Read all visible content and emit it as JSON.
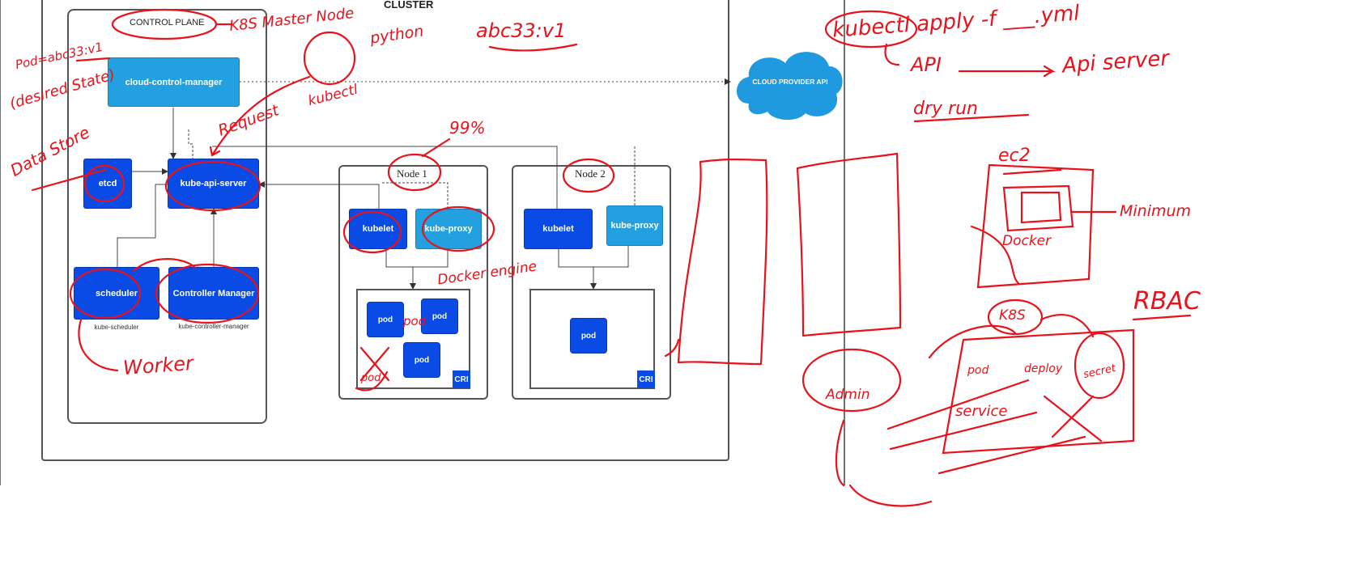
{
  "diagram": {
    "cluster_label": "CLUSTER",
    "control_plane_label": "CONTROL PLANE",
    "components": {
      "cloud_control_manager": "cloud-control-manager",
      "etcd": "etcd",
      "kube_api_server": "kube-api-server",
      "scheduler": "scheduler",
      "scheduler_sub": "kube-scheduler",
      "controller_manager": "Controller Manager",
      "controller_manager_sub": "kube-controller-manager",
      "cloud_provider": "CLOUD PROVIDER API"
    },
    "nodes": [
      {
        "label": "Node 1",
        "kubelet": "kubelet",
        "kube_proxy": "kube-proxy",
        "cri": "CRI",
        "pods": [
          "pod",
          "pod",
          "pod"
        ]
      },
      {
        "label": "Node 2",
        "kubelet": "kubelet",
        "kube_proxy": "kube-proxy",
        "cri": "CRI",
        "pods": [
          "pod"
        ]
      }
    ],
    "colors": {
      "dark_blue": "#0a4be6",
      "light_blue": "#23a0e0",
      "annotation_red": "#e8121b",
      "cloud": "#1f9ae0"
    }
  },
  "annotations": {
    "k8s_master": "K8S Master Node",
    "pod_state": "Pod=abc33:v1",
    "desired_state": "(desired State)",
    "python": "python",
    "image_tag": "abc33:v1",
    "request": "Request",
    "kubectl": "kubectl",
    "data_store": "Data Store",
    "percent": "99%",
    "docker_engine": "Docker engine",
    "pod_small": "pod",
    "pod_crossed": "pod",
    "worker": "Worker",
    "kubectl_apply": "kubectl apply -f ___.yml",
    "api": "API",
    "api_server": "Api server",
    "dry_run": "dry run",
    "ec2": "ec2",
    "docker": "Docker",
    "minimum": "Minimum",
    "rbac": "RBAC",
    "k8s": "K8S",
    "admin": "Admin",
    "pod": "pod",
    "deploy": "deploy",
    "secret": "secret",
    "service": "service"
  }
}
